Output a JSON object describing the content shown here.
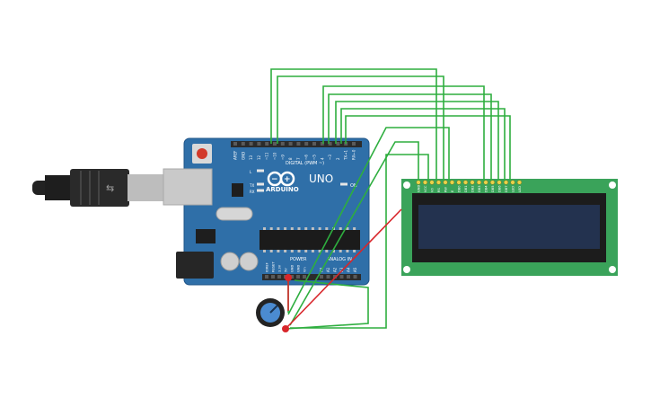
{
  "arduino": {
    "model_label": "UNO",
    "brand_label": "ARDUINO",
    "digital_header_label": "DIGITAL (PWM ~)",
    "on_label": "ON",
    "tx_label": "TX",
    "rx_label": "RX",
    "l_label": "L",
    "power_label": "POWER",
    "analog_label": "ANALOG IN",
    "digital_pins": [
      "AREF",
      "GND",
      "13",
      "12",
      "~11",
      "~10",
      "~9",
      "8",
      "7",
      "~6",
      "~5",
      "4",
      "~3",
      "2",
      "TX→1",
      "RX←0"
    ],
    "power_pins": [
      "IOREF",
      "RESET",
      "3.3V",
      "5V",
      "GND",
      "GND",
      "Vin"
    ],
    "analog_pins": [
      "A0",
      "A1",
      "A2",
      "A3",
      "A4",
      "A5"
    ]
  },
  "lcd": {
    "pin_labels": [
      "GND",
      "VCC",
      "V0",
      "RS",
      "RW",
      "E",
      "DB0",
      "DB1",
      "DB2",
      "DB3",
      "DB4",
      "DB5",
      "DB6",
      "DB7",
      "LED",
      "LED"
    ]
  },
  "colors": {
    "board": "#2f6fa8",
    "board_edge": "#1f5488",
    "lcd_pcb": "#3aa35a",
    "lcd_screen": "#23324f",
    "wire_signal": "#2eae3f",
    "wire_power": "#d8262b",
    "potentiometer": "#4b8bd1"
  }
}
